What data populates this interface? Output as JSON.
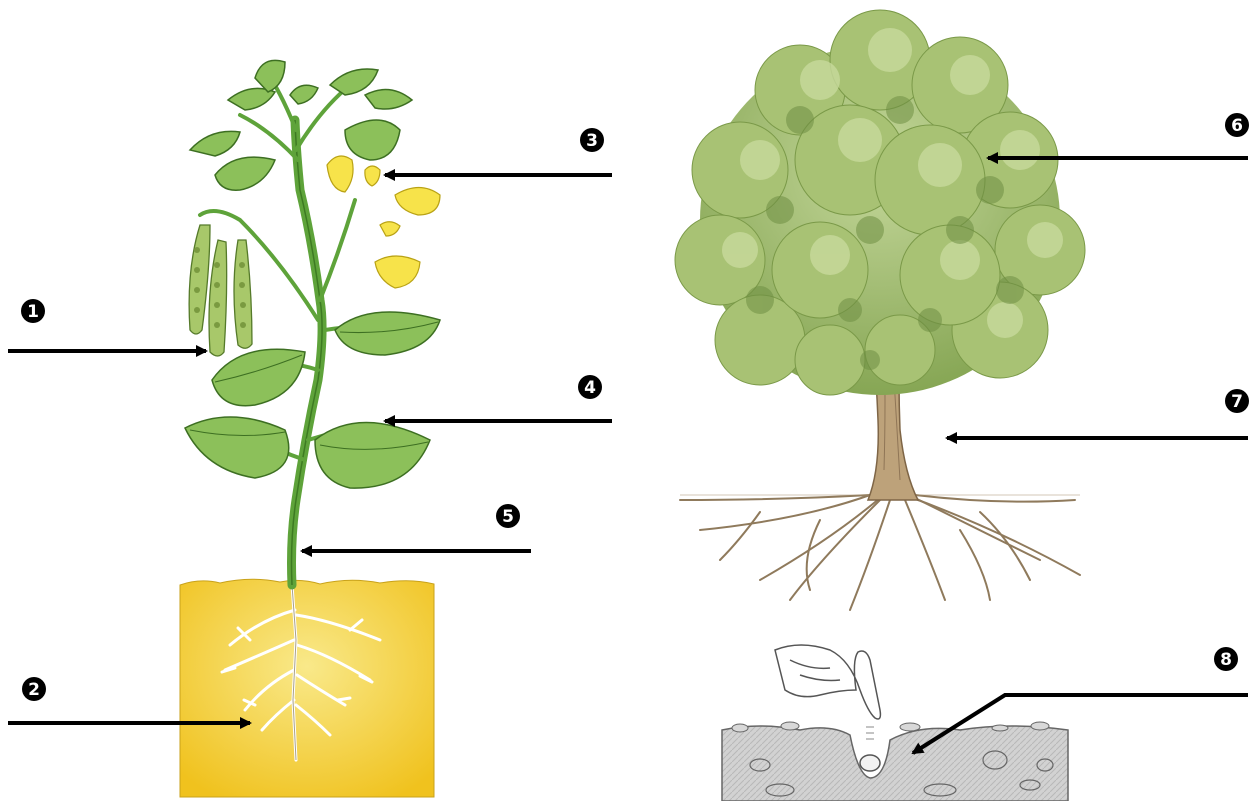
{
  "labels": [
    {
      "id": "1",
      "text": "❶"
    },
    {
      "id": "2",
      "text": "❷"
    },
    {
      "id": "3",
      "text": "❸"
    },
    {
      "id": "4",
      "text": "❹"
    },
    {
      "id": "5",
      "text": "❺"
    },
    {
      "id": "6",
      "text": "❻"
    },
    {
      "id": "7",
      "text": "❼"
    },
    {
      "id": "8",
      "text": "❽"
    }
  ],
  "colors": {
    "arrow": "#000000",
    "soil": "#f2c624",
    "soil_light": "#f8e06a",
    "stem": "#5ea33a",
    "leaf": "#8cc05a",
    "leaf_dark": "#4e8a2c",
    "flower": "#f7e34a",
    "pod": "#a8c86a",
    "tree_foliage": "#9cb96a",
    "tree_foliage_dark": "#6f8f43",
    "trunk": "#b59a72",
    "root": "#9b8466",
    "ground_grey": "#c9c9c9"
  }
}
